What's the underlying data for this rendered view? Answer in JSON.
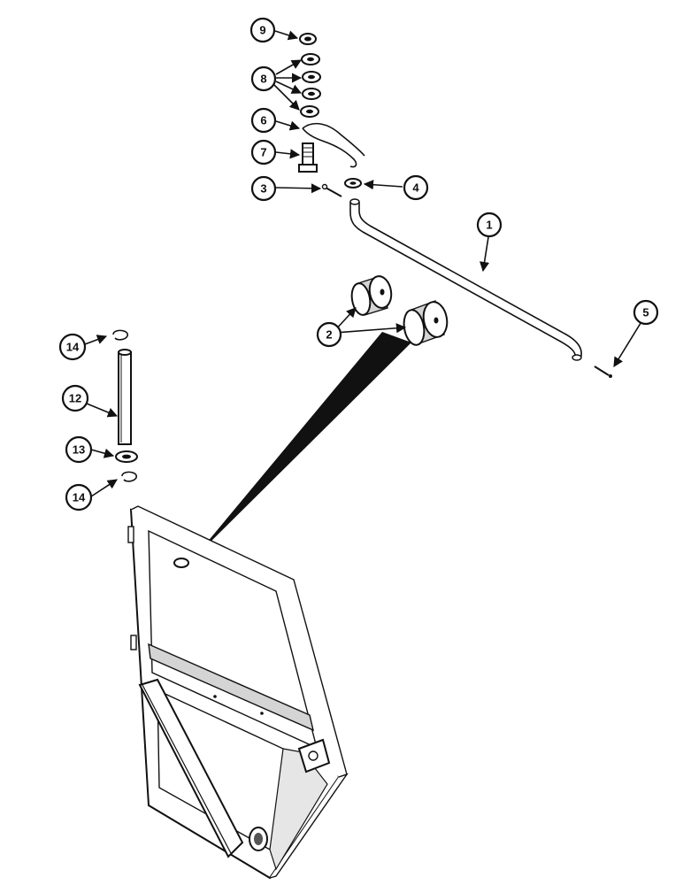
{
  "callouts": [
    {
      "id": "c9",
      "label": "9"
    },
    {
      "id": "c8",
      "label": "8"
    },
    {
      "id": "c6",
      "label": "6"
    },
    {
      "id": "c7",
      "label": "7"
    },
    {
      "id": "c3",
      "label": "3"
    },
    {
      "id": "c4",
      "label": "4"
    },
    {
      "id": "c1",
      "label": "1"
    },
    {
      "id": "c2",
      "label": "2"
    },
    {
      "id": "c5",
      "label": "5"
    },
    {
      "id": "c14a",
      "label": "14"
    },
    {
      "id": "c12",
      "label": "12"
    },
    {
      "id": "c13",
      "label": "13"
    },
    {
      "id": "c14b",
      "label": "14"
    }
  ]
}
